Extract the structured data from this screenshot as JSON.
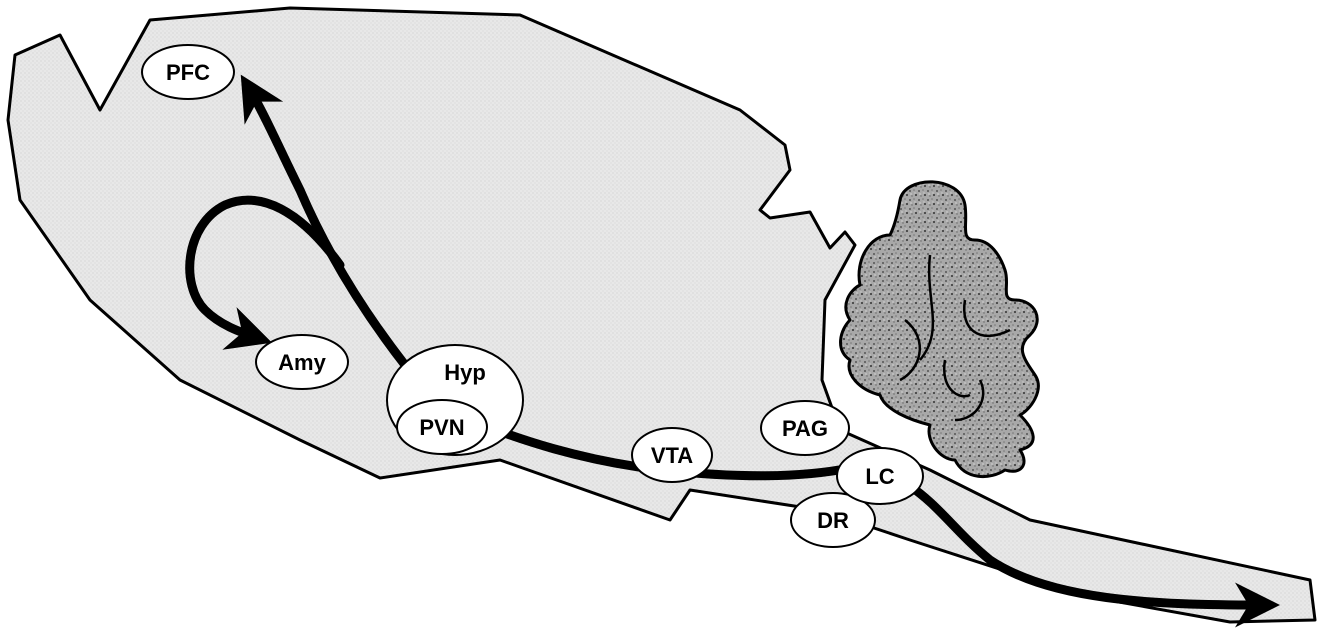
{
  "diagram": {
    "regions": [
      {
        "id": "pfc",
        "label": "PFC"
      },
      {
        "id": "amy",
        "label": "Amy"
      },
      {
        "id": "hyp",
        "label": "Hyp"
      },
      {
        "id": "pvn",
        "label": "PVN"
      },
      {
        "id": "vta",
        "label": "VTA"
      },
      {
        "id": "pag",
        "label": "PAG"
      },
      {
        "id": "lc",
        "label": "LC"
      },
      {
        "id": "dr",
        "label": "DR"
      }
    ]
  },
  "colors": {
    "brain_fill": "#e6e6e6",
    "outline": "#000000",
    "cerebellum_fill": "#9a9a9a",
    "node_fill": "#ffffff",
    "pathway": "#000000"
  }
}
